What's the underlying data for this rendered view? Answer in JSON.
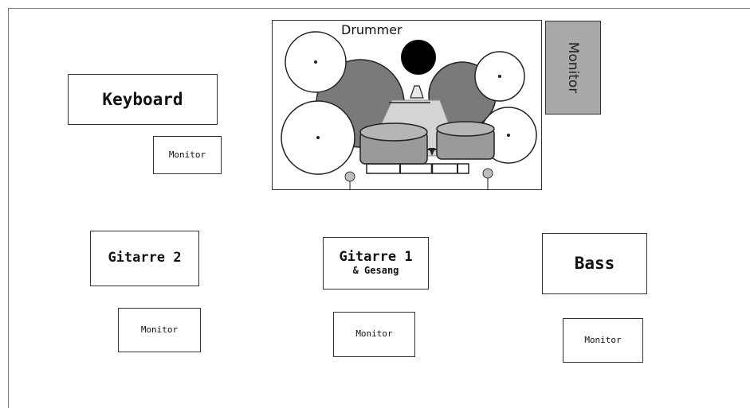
{
  "stage": {
    "drummer_label": "Drummer",
    "drum_monitor_label": "Monitor",
    "instruments": {
      "keyboard": "Keyboard",
      "gitarre2": "Gitarre 2",
      "gitarre1": "Gitarre 1",
      "gitarre1_sub": "& Gesang",
      "bass": "Bass"
    },
    "monitors": {
      "keyboard": "Monitor",
      "gitarre2": "Monitor",
      "gitarre1": "Monitor",
      "bass": "Monitor"
    }
  },
  "colors": {
    "drum_shell": "#7a7a7a",
    "drum_body": "#9a9a9a",
    "cymbal": "#ffffff",
    "drummer": "#000000",
    "drum_monitor": "#a9a9a9"
  }
}
